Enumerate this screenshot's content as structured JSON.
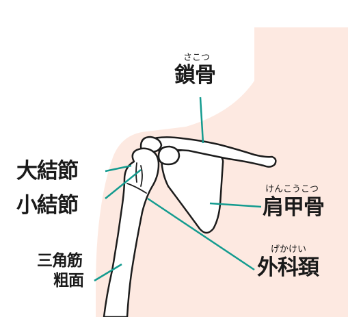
{
  "colors": {
    "skin": "#fde9e1",
    "bone_outline": "#1c1c1c",
    "bone_fill": "#ffffff",
    "leader": "#139b8f",
    "text": "#1a1a1a"
  },
  "labels": {
    "clavicle": {
      "ruby": "さこつ",
      "text": "鎖骨"
    },
    "scapula": {
      "ruby": "けんこうこつ",
      "text": "肩甲骨"
    },
    "surgical_neck": {
      "ruby": "げかけい",
      "text": "外科頚"
    },
    "greater_tubercle": {
      "text": "大結節"
    },
    "lesser_tubercle": {
      "text": "小結節"
    },
    "deltoid_tuberosity": {
      "line1": "三角筋",
      "line2": "粗面"
    }
  }
}
